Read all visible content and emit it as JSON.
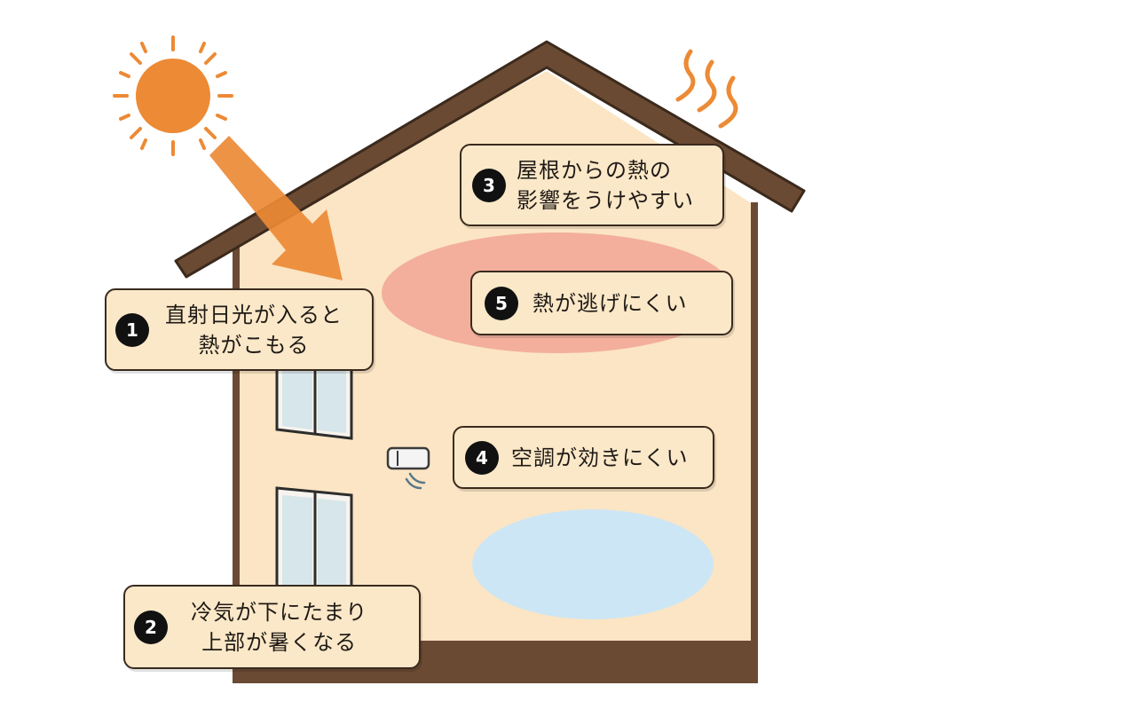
{
  "colors": {
    "roof": "#6b4a33",
    "wall": "#fbe5c4",
    "sun": "#ec8a35",
    "arrow": "#ec8a35",
    "hot_zone": "#f2a898",
    "cool_zone": "#cde6f5",
    "window_glass": "#d6e6ea",
    "badge": "#111111"
  },
  "callouts": [
    {
      "id": "1",
      "number": "1",
      "lines": [
        "直射日光が入ると",
        "熱がこもる"
      ]
    },
    {
      "id": "2",
      "number": "2",
      "lines": [
        "冷気が下にたまり",
        "上部が暑くなる"
      ]
    },
    {
      "id": "3",
      "number": "3",
      "lines": [
        "屋根からの熱の",
        "影響をうけやすい"
      ]
    },
    {
      "id": "4",
      "number": "4",
      "lines": [
        "空調が効きにくい"
      ]
    },
    {
      "id": "5",
      "number": "5",
      "lines": [
        "熱が逃げにくい"
      ]
    }
  ],
  "icons": {
    "sun": "sun-icon",
    "sun_arrow": "sunlight-arrow-icon",
    "heat_waves": "heat-wave-icon",
    "air_conditioner": "air-conditioner-icon"
  }
}
